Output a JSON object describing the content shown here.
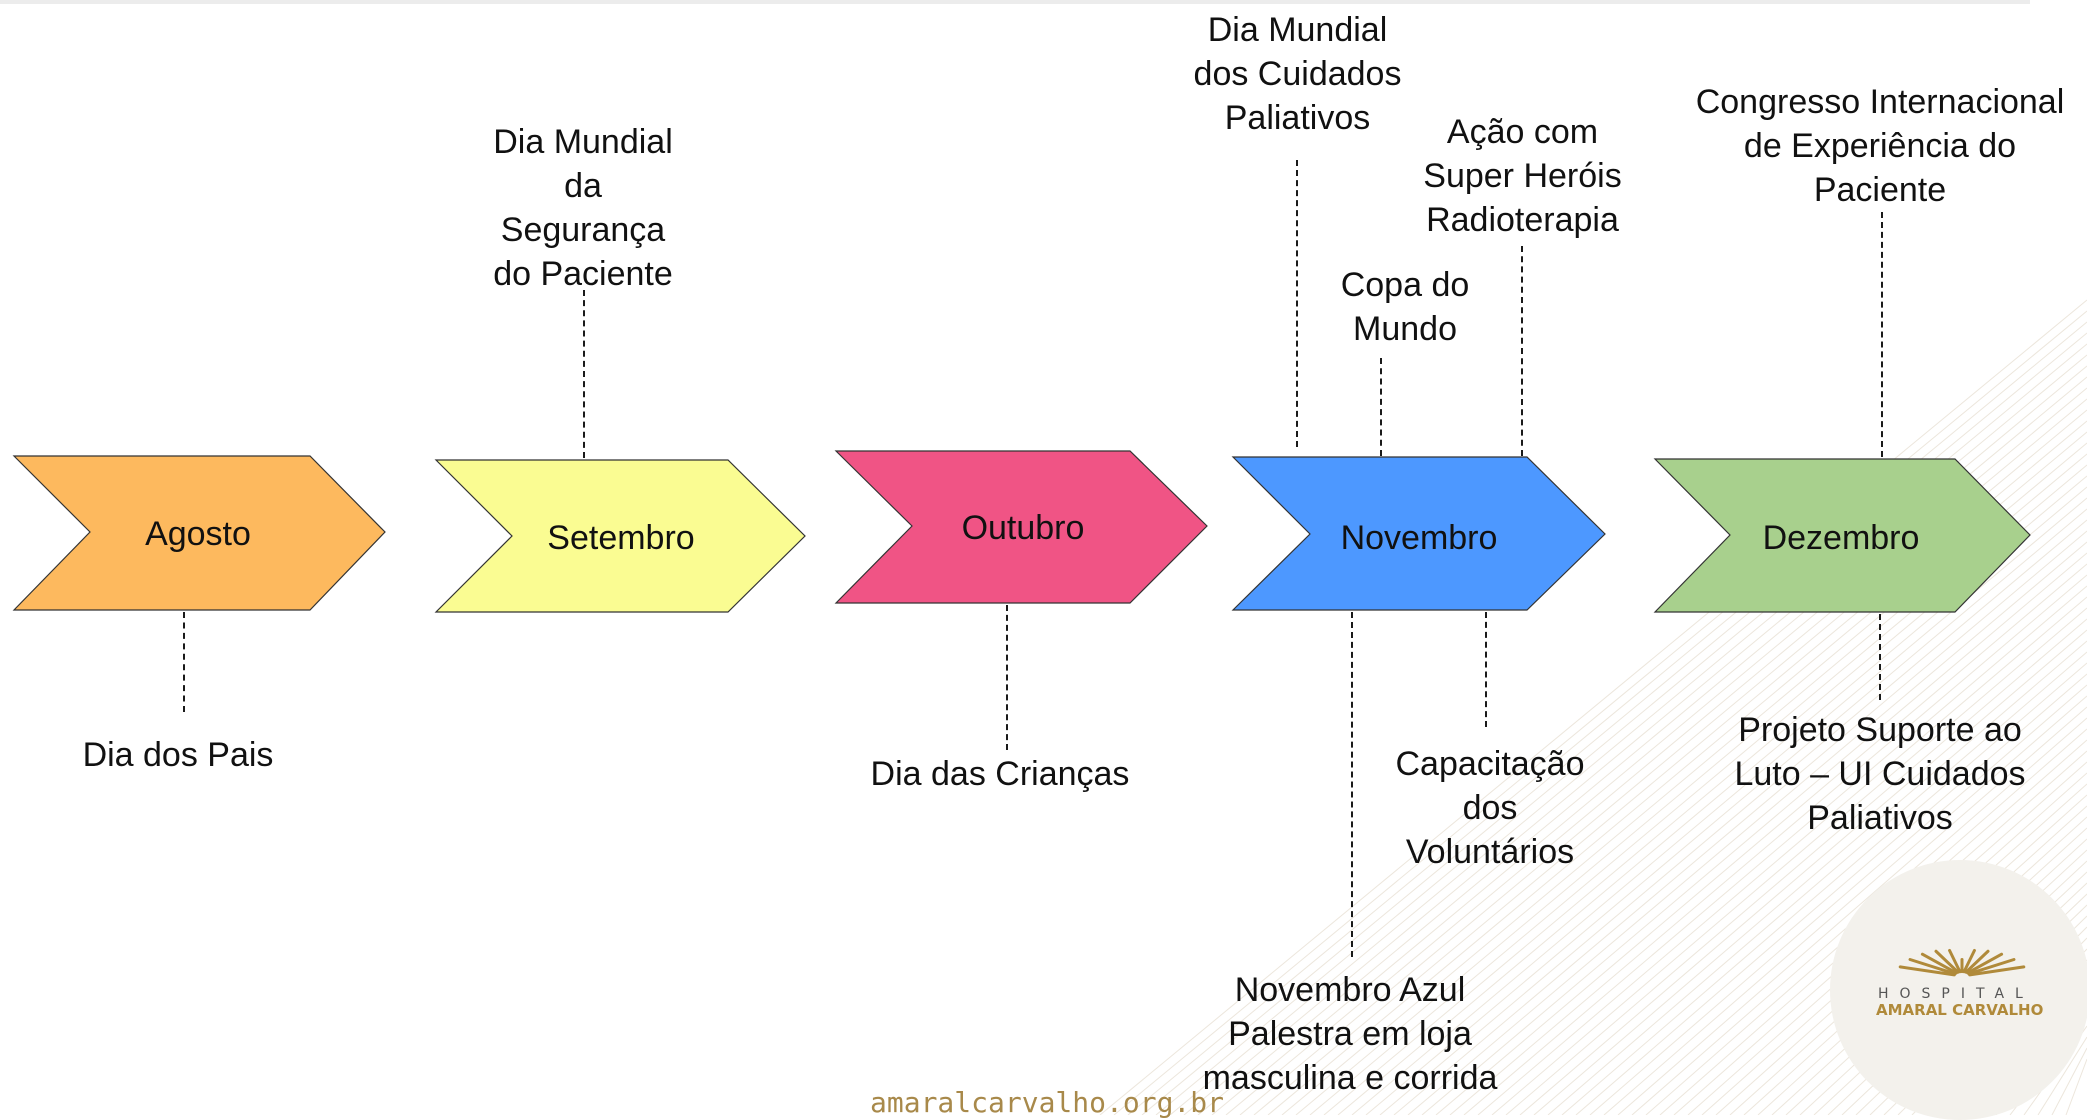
{
  "months": [
    {
      "name": "Agosto",
      "color": "#FDB95E"
    },
    {
      "name": "Setembro",
      "color": "#FAFC92"
    },
    {
      "name": "Outubro",
      "color": "#F05485"
    },
    {
      "name": "Novembro",
      "color": "#4D98FF"
    },
    {
      "name": "Dezembro",
      "color": "#A8D08D"
    }
  ],
  "events": {
    "dia_pais": "Dia dos Pais",
    "seguranca": "Dia Mundial\nda\nSegurança\ndo Paciente",
    "criancas": "Dia das Crianças",
    "paliativos": "Dia Mundial\ndos Cuidados\nPaliativos",
    "super_herois": "Ação com\nSuper Heróis\nRadioterapia",
    "copa": "Copa do\nMundo",
    "capacitacao": "Capacitação\ndos\nVoluntários",
    "novembro_azul": "Novembro Azul\nPalestra em loja\nmasculina e corrida",
    "congresso": "Congresso Internacional\nde Experiência do\nPaciente",
    "luto": "Projeto Suporte ao\nLuto – UI Cuidados\nPaliativos"
  },
  "footer": {
    "website": "amaralcarvalho.org.br"
  },
  "logo": {
    "line1": "HOSPITAL",
    "line2": "AMARAL CARVALHO",
    "icon": "sunburst-icon"
  }
}
